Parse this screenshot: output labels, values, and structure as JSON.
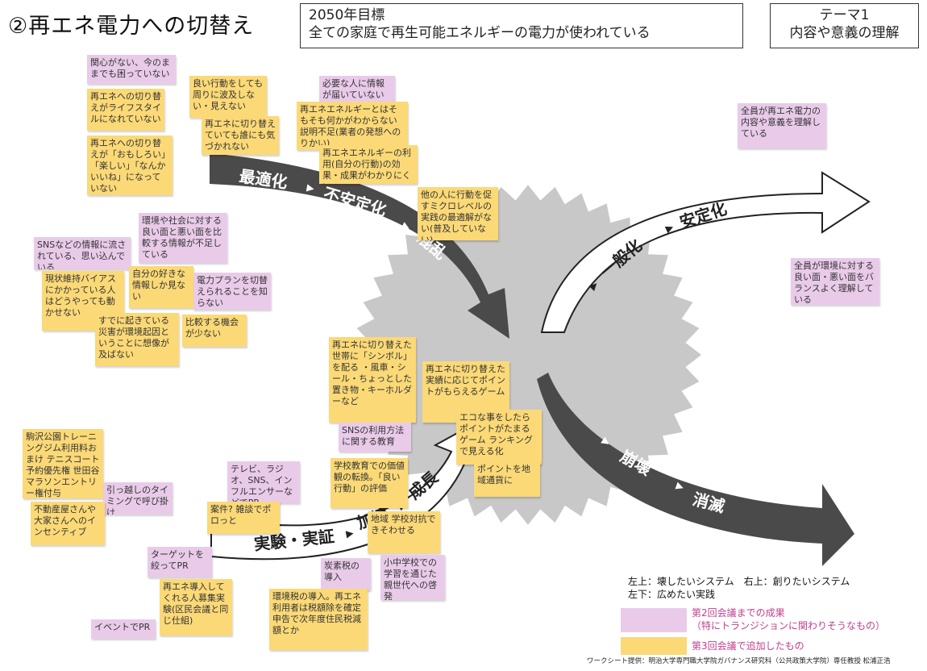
{
  "title": "②再エネ電力への切替え",
  "goal": {
    "line1": "2050年目標",
    "line2": "全ての家庭で再生可能エネルギーの電力が使われている"
  },
  "theme": {
    "line1": "テーマ1",
    "line2": "内容や意義の理解"
  },
  "arrows": {
    "top_left": {
      "optimize": "最適化",
      "unstable": "不安定化",
      "confusion": "混乱"
    },
    "top_right": {
      "generalize": "一般化",
      "stabilize": "安定化"
    },
    "bottom_left": {
      "experiment": "実験・実証",
      "accelerate": "加速",
      "growth": "成長"
    },
    "bottom_right": {
      "collapse": "崩壊",
      "vanish": "消滅"
    }
  },
  "notes": [
    {
      "id": "n1",
      "color": "pink",
      "text": "関心がない、今のままでも困っていない"
    },
    {
      "id": "n2",
      "color": "yellow",
      "text": "再エネへの切り替えがライフスタイルになれていない"
    },
    {
      "id": "n3",
      "color": "yellow",
      "text": "再エネへの切り替えが「おもしろい」「楽しい」「なんかいいね」になっていない"
    },
    {
      "id": "n4",
      "color": "yellow",
      "text": "良い行動をしても周りに波及しない・見えない"
    },
    {
      "id": "n5",
      "color": "yellow",
      "text": "再エネに切り替えていても誰にも気づかれない"
    },
    {
      "id": "n6",
      "color": "pink",
      "text": "必要な人に情報が届いていない"
    },
    {
      "id": "n7",
      "color": "yellow",
      "text": "再エネエネルギーとはそもそも何かがわからない 説明不足(業者の発想へのりかい)"
    },
    {
      "id": "n8",
      "color": "yellow",
      "text": "再エネエネルギーの利用(自分の行動)の効果・成果がわかりにくい"
    },
    {
      "id": "n9",
      "color": "yellow",
      "text": "他の人に行動を促すミクロレベルの実践の最適解がない(普及していない)"
    },
    {
      "id": "n10",
      "color": "pink",
      "text": "環境や社会に対する良い面と悪い面を比較する情報が不足している"
    },
    {
      "id": "n11",
      "color": "pink",
      "text": "SNSなどの情報に流されている、思い込んでいる"
    },
    {
      "id": "n12",
      "color": "yellow",
      "text": "現状維持バイアスにかかっている人はどうやっても動かせない"
    },
    {
      "id": "n13",
      "color": "yellow",
      "text": "自分の好きな情報しか見ない"
    },
    {
      "id": "n14",
      "color": "pink",
      "text": "電力プランを切替えられることを知らない"
    },
    {
      "id": "n15",
      "color": "yellow",
      "text": "すでに起きている災害が環境起因ということに想像が及ばない"
    },
    {
      "id": "n16",
      "color": "yellow",
      "text": "比較する機会が少ない"
    },
    {
      "id": "n17",
      "color": "pink",
      "text": "全員が再エネ電力の内容や意義を理解している"
    },
    {
      "id": "n18",
      "color": "pink",
      "text": "全員が環境に対する良い面・悪い面をバランスよく理解している"
    },
    {
      "id": "n19",
      "color": "yellow",
      "text": "再エネに切り替えた世帯に「シンボル」を配る ・風車・シール・ちょっとした置き物・キーホルダーなど"
    },
    {
      "id": "n20",
      "color": "yellow",
      "text": "再エネに切り替えた実績に応じてポイントがもらえるゲーム"
    },
    {
      "id": "n21",
      "color": "yellow",
      "text": "エコな事をしたらポイントがたまるゲーム ランキングで見える化"
    },
    {
      "id": "n22",
      "color": "pink",
      "text": "SNSの利用方法に関する教育"
    },
    {
      "id": "n23",
      "color": "yellow",
      "text": "学校教育での価値観の転換。「良い行動」の評価"
    },
    {
      "id": "n24",
      "color": "yellow",
      "text": "ポイントを地域通貨に"
    },
    {
      "id": "n25",
      "color": "yellow",
      "text": "駒沢公園トレーニングジム利用料おまけ テニスコート予約優先権 世田谷マラソンエントリー権付与"
    },
    {
      "id": "n26",
      "color": "pink",
      "text": "引っ越しのタイミングで呼び掛け"
    },
    {
      "id": "n27",
      "color": "yellow",
      "text": "不動産屋さんや大家さんへのインセンティブ"
    },
    {
      "id": "n28",
      "color": "pink",
      "text": "テレビ、ラジオ、SNS、インフルエンサーなどでPR"
    },
    {
      "id": "n29",
      "color": "yellow",
      "text": "案件? 雑談でポロっと"
    },
    {
      "id": "n30",
      "color": "yellow",
      "text": "地域 学校対抗できそわせる"
    },
    {
      "id": "n31",
      "color": "pink",
      "text": "ターゲットを絞ってPR"
    },
    {
      "id": "n32",
      "color": "pink",
      "text": "炭素税の導入"
    },
    {
      "id": "n33",
      "color": "pink",
      "text": "小中学校での学習を通じた親世代への啓発"
    },
    {
      "id": "n34",
      "color": "yellow",
      "text": "再エネ導入してくれる人募集実験(区民会議と同じ仕組)"
    },
    {
      "id": "n35",
      "color": "yellow",
      "text": "環境税の導入。再エネ利用者は税額除を確定申告で次年度住民税減額とか"
    },
    {
      "id": "n36",
      "color": "pink",
      "text": "イベントでPR"
    }
  ],
  "legend": {
    "quadrants_line1": "左上：壊したいシステム　右上：創りたいシステム",
    "quadrants_line2": "左下：広めたい実践",
    "pink_label_line1": "第2回会議までの成果",
    "pink_label_line2": "（特にトランジションに関わりそうなもの）",
    "yellow_label": "第3回会議で追加したもの"
  },
  "footer": "ワークシート提供：明治大学専門職大学院ガバナンス研究科（公共政策大学院）専任教授 松浦正浩",
  "colors": {
    "dark_arrow": "#4a4a4a",
    "gear": "#c8c8c8",
    "pink": "#e9cbe9",
    "yellow": "#fbd977",
    "legend_text": "#c04090"
  }
}
